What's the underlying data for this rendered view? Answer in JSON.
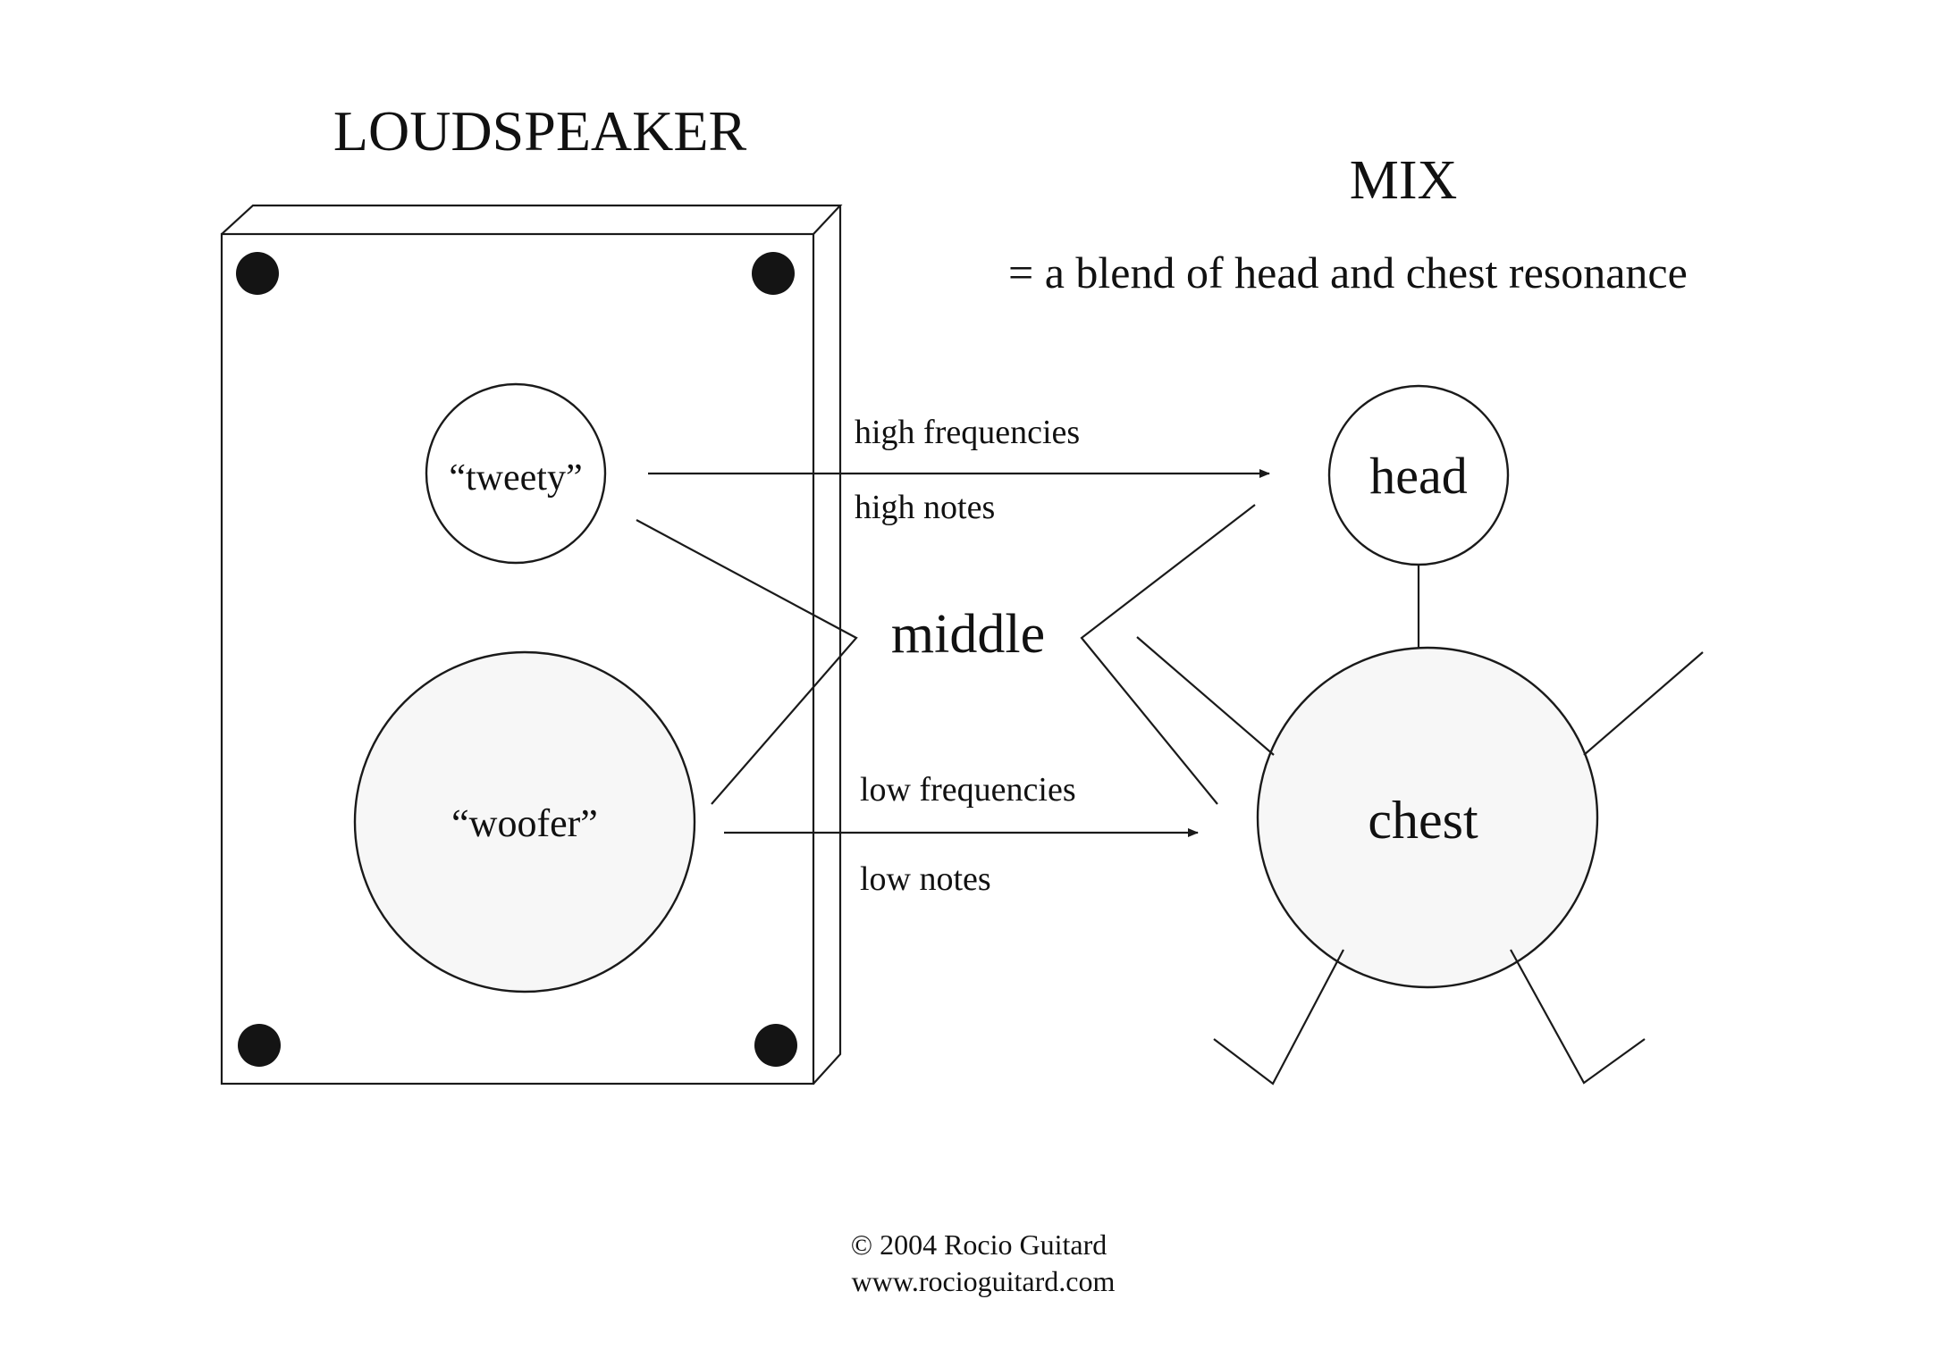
{
  "speaker": {
    "title": "LOUDSPEAKER",
    "tweeter_label": "“tweety”",
    "woofer_label": "“woofer”"
  },
  "mix": {
    "title": "MIX",
    "subtitle": "= a blend of head and chest resonance",
    "head_label": "head",
    "chest_label": "chest"
  },
  "arrows": {
    "high_top": "high frequencies",
    "high_bottom": "high notes",
    "low_top": "low frequencies",
    "low_bottom": "low notes",
    "middle": "middle"
  },
  "footer": {
    "copyright": "© 2004 Rocio Guitard",
    "website": "www.rocioguitard.com"
  }
}
